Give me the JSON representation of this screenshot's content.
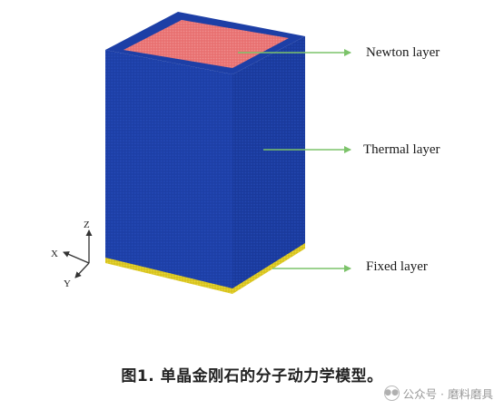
{
  "labels": {
    "newton": "Newton layer",
    "thermal": "Thermal layer",
    "fixed": "Fixed layer"
  },
  "axes": {
    "z": "Z",
    "x": "X",
    "y": "Y"
  },
  "caption": "图1. 单晶金刚石的分子动力学模型。",
  "watermark": "公众号 · 磨料磨具",
  "colors": {
    "body": "#1d3fa6",
    "top_newton": "#e87070",
    "fixed": "#d6c11b",
    "arrow": "#7cc36a"
  }
}
